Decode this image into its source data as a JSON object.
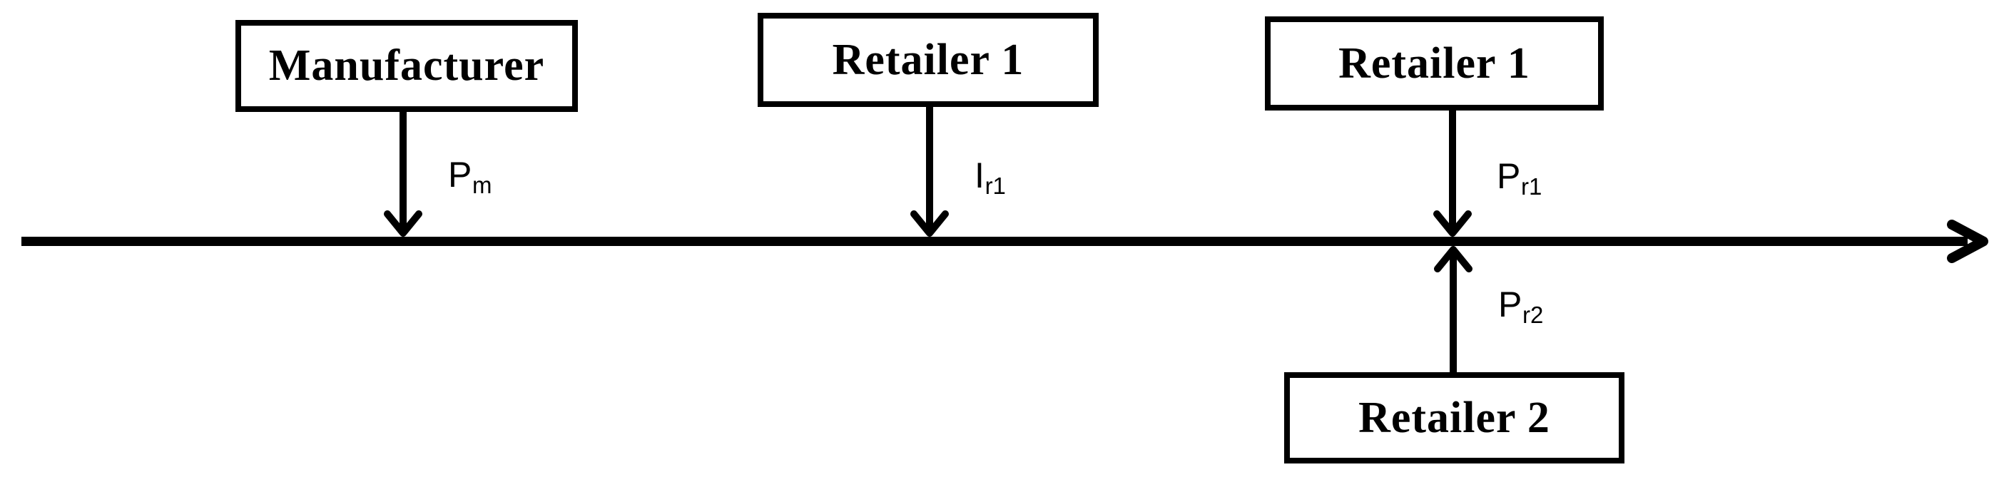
{
  "diagram": {
    "type": "timeline-flow-diagram",
    "background_color": "#ffffff",
    "stroke_color": "#000000",
    "timeline": {
      "orientation": "horizontal",
      "arrow_direction": "right"
    },
    "nodes": [
      {
        "id": "manufacturer",
        "label": "Manufacturer",
        "position": "above-line"
      },
      {
        "id": "retailer1-mid",
        "label": "Retailer 1",
        "position": "above-line"
      },
      {
        "id": "retailer1-right",
        "label": "Retailer 1",
        "position": "above-line"
      },
      {
        "id": "retailer2",
        "label": "Retailer 2",
        "position": "below-line"
      }
    ],
    "arrows": [
      {
        "id": "pm",
        "from": "manufacturer",
        "direction": "down",
        "label_base": "P",
        "label_sub": "m"
      },
      {
        "id": "ir1",
        "from": "retailer1-mid",
        "direction": "down",
        "label_base": "I",
        "label_sub": "r1"
      },
      {
        "id": "pr1",
        "from": "retailer1-right",
        "direction": "down",
        "label_base": "P",
        "label_sub": "r1"
      },
      {
        "id": "pr2",
        "from": "retailer2",
        "direction": "up",
        "label_base": "P",
        "label_sub": "r2"
      }
    ]
  }
}
